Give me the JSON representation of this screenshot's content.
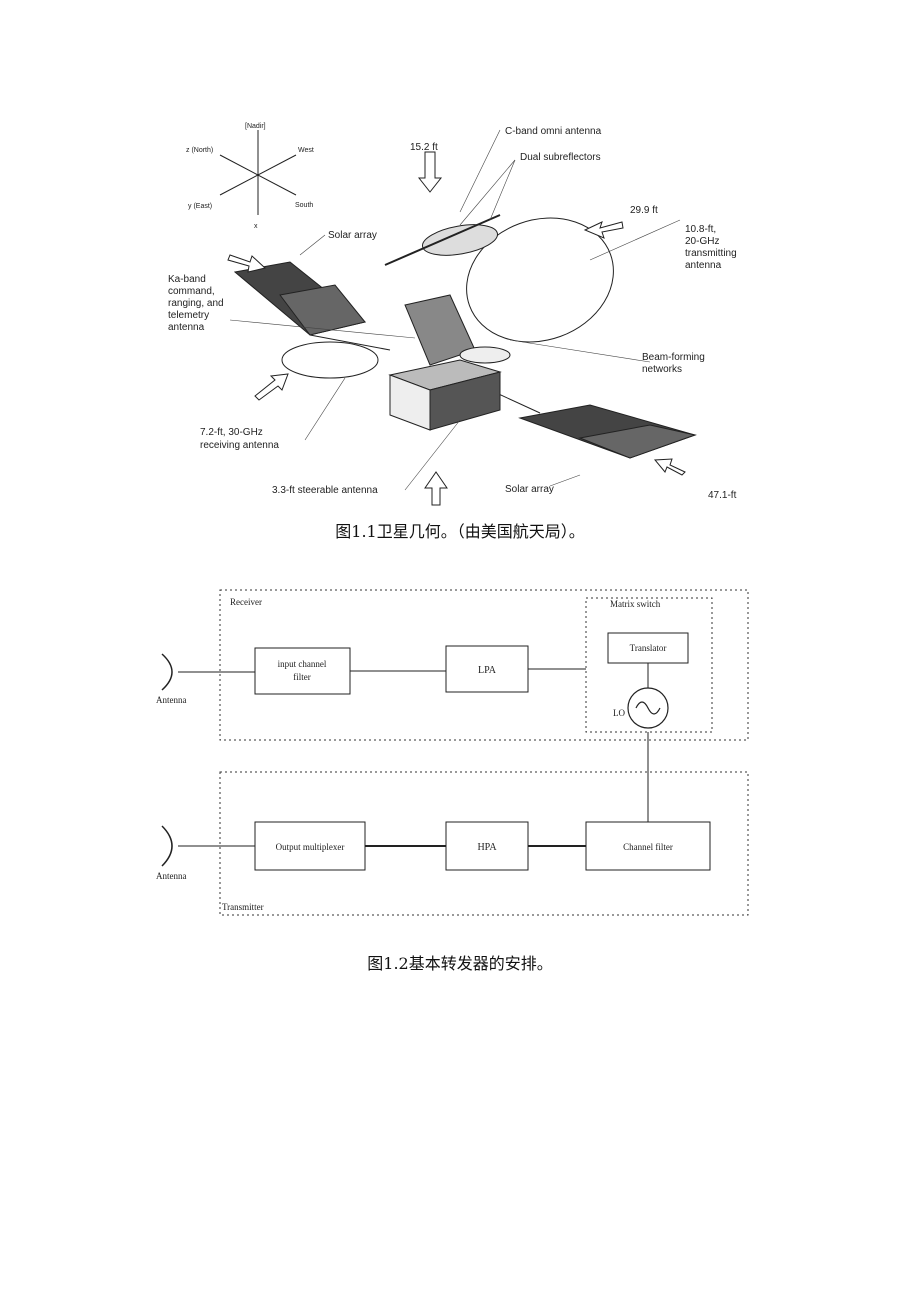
{
  "figure1": {
    "axes": {
      "nadir": "[Nadir]",
      "north": "z (North)",
      "west": "West",
      "east": "y (East)",
      "south": "South",
      "x": "x"
    },
    "labels": {
      "c_band": "C-band omni antenna",
      "dual_sub": "Dual subreflectors",
      "ft15": "15.2 ft",
      "ft29": "29.9 ft",
      "tx_line1": "10.8-ft,",
      "tx_line2": "20-GHz",
      "tx_line3": "transmitting",
      "tx_line4": "antenna",
      "solar_top": "Solar array",
      "ka_line1": "Ka-band",
      "ka_line2": "command,",
      "ka_line3": "ranging, and",
      "ka_line4": "telemetry",
      "ka_line5": "antenna",
      "beam_line1": "Beam-forming",
      "beam_line2": "networks",
      "rx_line1": "7.2-ft, 30-GHz",
      "rx_line2": "receiving antenna",
      "steer": "3.3-ft steerable antenna",
      "solar_bottom": "Solar array",
      "ft47": "47.1-ft"
    },
    "caption": "图1.1卫星几何。（由美国航天局）。"
  },
  "figure2": {
    "receiver": "Receiver",
    "transmitter": "Transmitter",
    "matrix_switch": "Matrix switch",
    "input_filter_l1": "input channel",
    "input_filter_l2": "filter",
    "lpa": "LPA",
    "translator": "Translator",
    "lo": "LO",
    "output_mux": "Output multiplexer",
    "hpa": "HPA",
    "channel_filter": "Channel filter",
    "antenna_rx": "Antenna",
    "antenna_tx": "Antenna",
    "caption": "图1.2基本转发器的安排。"
  }
}
